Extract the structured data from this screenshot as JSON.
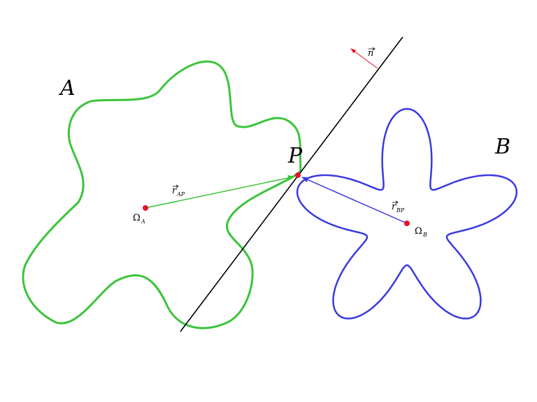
{
  "labels": {
    "body_a": "A",
    "body_b": "B",
    "contact_point": "P",
    "normal": "n",
    "r_ap_main": "r",
    "r_ap_sub": "AP",
    "r_bp_main": "r",
    "r_bp_sub": "BP",
    "omega_a_main": "Ω",
    "omega_a_sub": "A",
    "omega_b_main": "Ω",
    "omega_b_sub": "B"
  },
  "colors": {
    "body_a": "#3cc43c",
    "body_b": "#3a3ae0",
    "points": "#e8102c",
    "normal_arrow": "#e8102c",
    "tangent_line": "#000000",
    "text": "#000000"
  }
}
